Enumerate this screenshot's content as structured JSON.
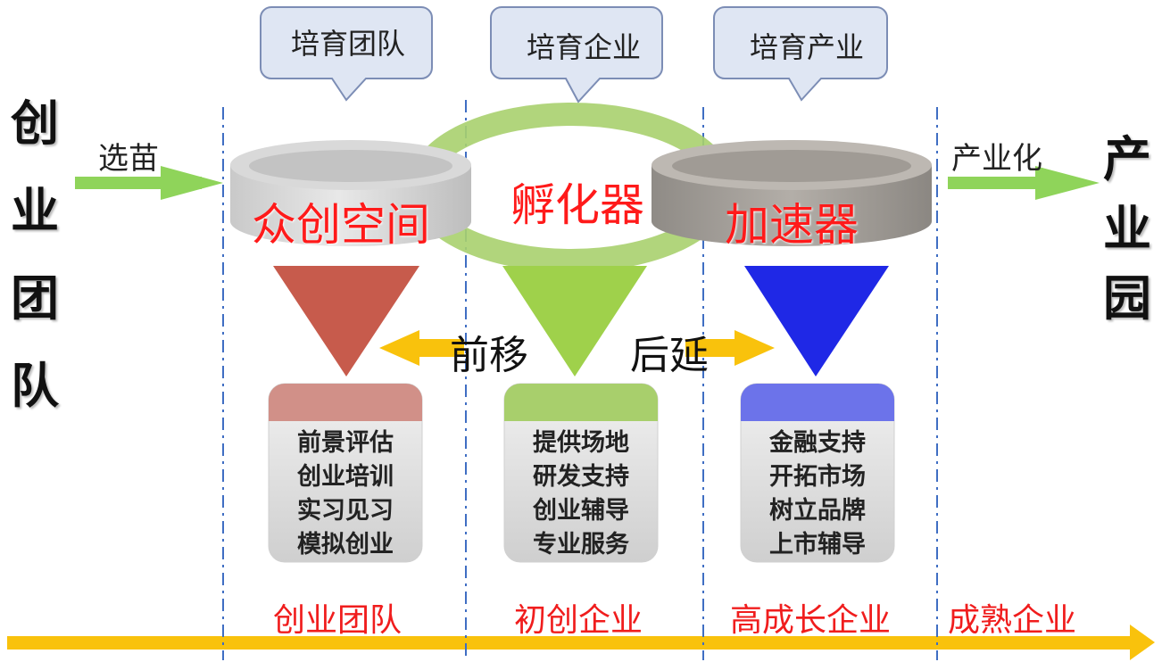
{
  "left_title": [
    "创",
    "业",
    "团",
    "队"
  ],
  "right_title": [
    "产",
    "业",
    "园"
  ],
  "left_arrow_label": "选苗",
  "right_arrow_label": "产业化",
  "bubbles": [
    "培育团队",
    "培育企业",
    "培育产业"
  ],
  "stages": [
    {
      "ring": "众创空间",
      "color": "#c75b4c",
      "header": "#d19088",
      "items": [
        "前景评估",
        "创业培训",
        "实习见习",
        "模拟创业"
      ],
      "label": "创业团队"
    },
    {
      "ring": "孵化器",
      "color": "#9fd14b",
      "header": "#a8cf6c",
      "items": [
        "提供场地",
        "研发支持",
        "创业辅导",
        "专业服务"
      ],
      "label": "初创企业"
    },
    {
      "ring": "加速器",
      "color": "#1f28e6",
      "header": "#6c73ea",
      "items": [
        "金融支持",
        "开拓市场",
        "树立品牌",
        "上市辅导"
      ],
      "label": "高成长企业"
    }
  ],
  "final_label": "成熟企业",
  "move_front": "前移",
  "move_back": "后延",
  "colors": {
    "axis": "#f9c20c",
    "green_arrow": "#8fd45a",
    "divider": "#3f6ec3",
    "stage_text": "#f01d1d"
  }
}
